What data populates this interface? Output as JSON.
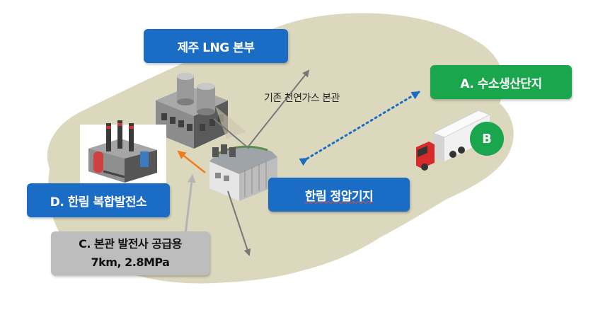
{
  "boxes": {
    "lng": "제주 LNG 본부",
    "a": "A. 수소생산단지",
    "d": "D. 한림 복합발전소",
    "hanrim": "한림 정압기지",
    "c_line1": "C. 본관 발전사 공급용",
    "c_line2": "7km, 2.8MPa"
  },
  "badge": "B",
  "pipeline_label": "기존 천연가스 본관",
  "colors": {
    "island": "#dcd8bd",
    "blue_box": "#1b6cc4",
    "green_box": "#1aa64c",
    "gray_box": "#bdbdbd",
    "arrow_gray": "#777777",
    "arrow_orange": "#ef7d1a",
    "arrow_blue_dotted": "#1b6cc4"
  },
  "icons": [
    "island-map",
    "lng-terminal-icon",
    "power-plant-icon",
    "pressure-station-icon",
    "hydrogen-truck-icon"
  ]
}
